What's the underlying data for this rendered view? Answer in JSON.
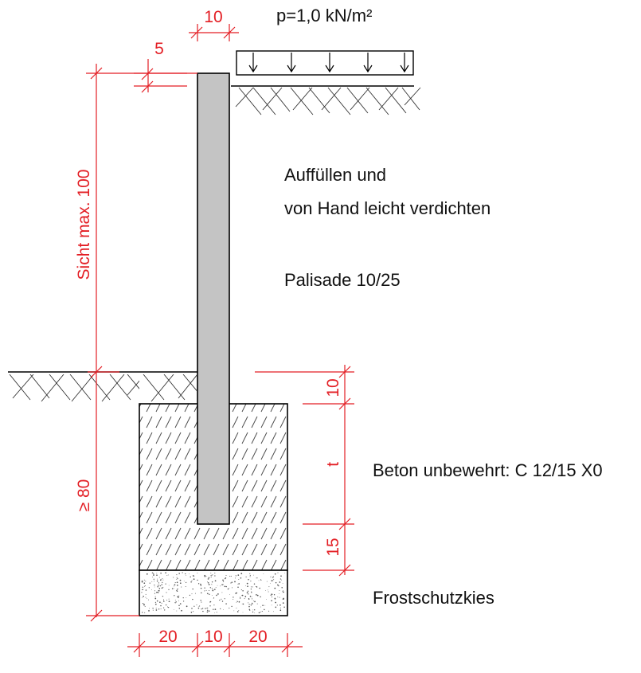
{
  "labels": {
    "load": "p=1,0 kN/m²",
    "fill": "Auffüllen und",
    "fill_2": "von Hand leicht verdichten",
    "palisade": "Palisade 10/25",
    "concrete": "Beton unbewehrt: C 12/15 X0",
    "gravel": "Frostschutzkies"
  },
  "dimensions": {
    "post_width_top": "10",
    "recess": "5",
    "visible_height": "Sicht max. 100",
    "foundation_depth": "≥ 80",
    "cover_top": "10",
    "embed_depth": "t",
    "cover_bottom": "15",
    "width_left": "20",
    "width_mid": "10",
    "width_right": "20"
  },
  "colors": {
    "dimension": "#e31e24",
    "line": "#000000",
    "post_fill": "#c4c4c4"
  }
}
